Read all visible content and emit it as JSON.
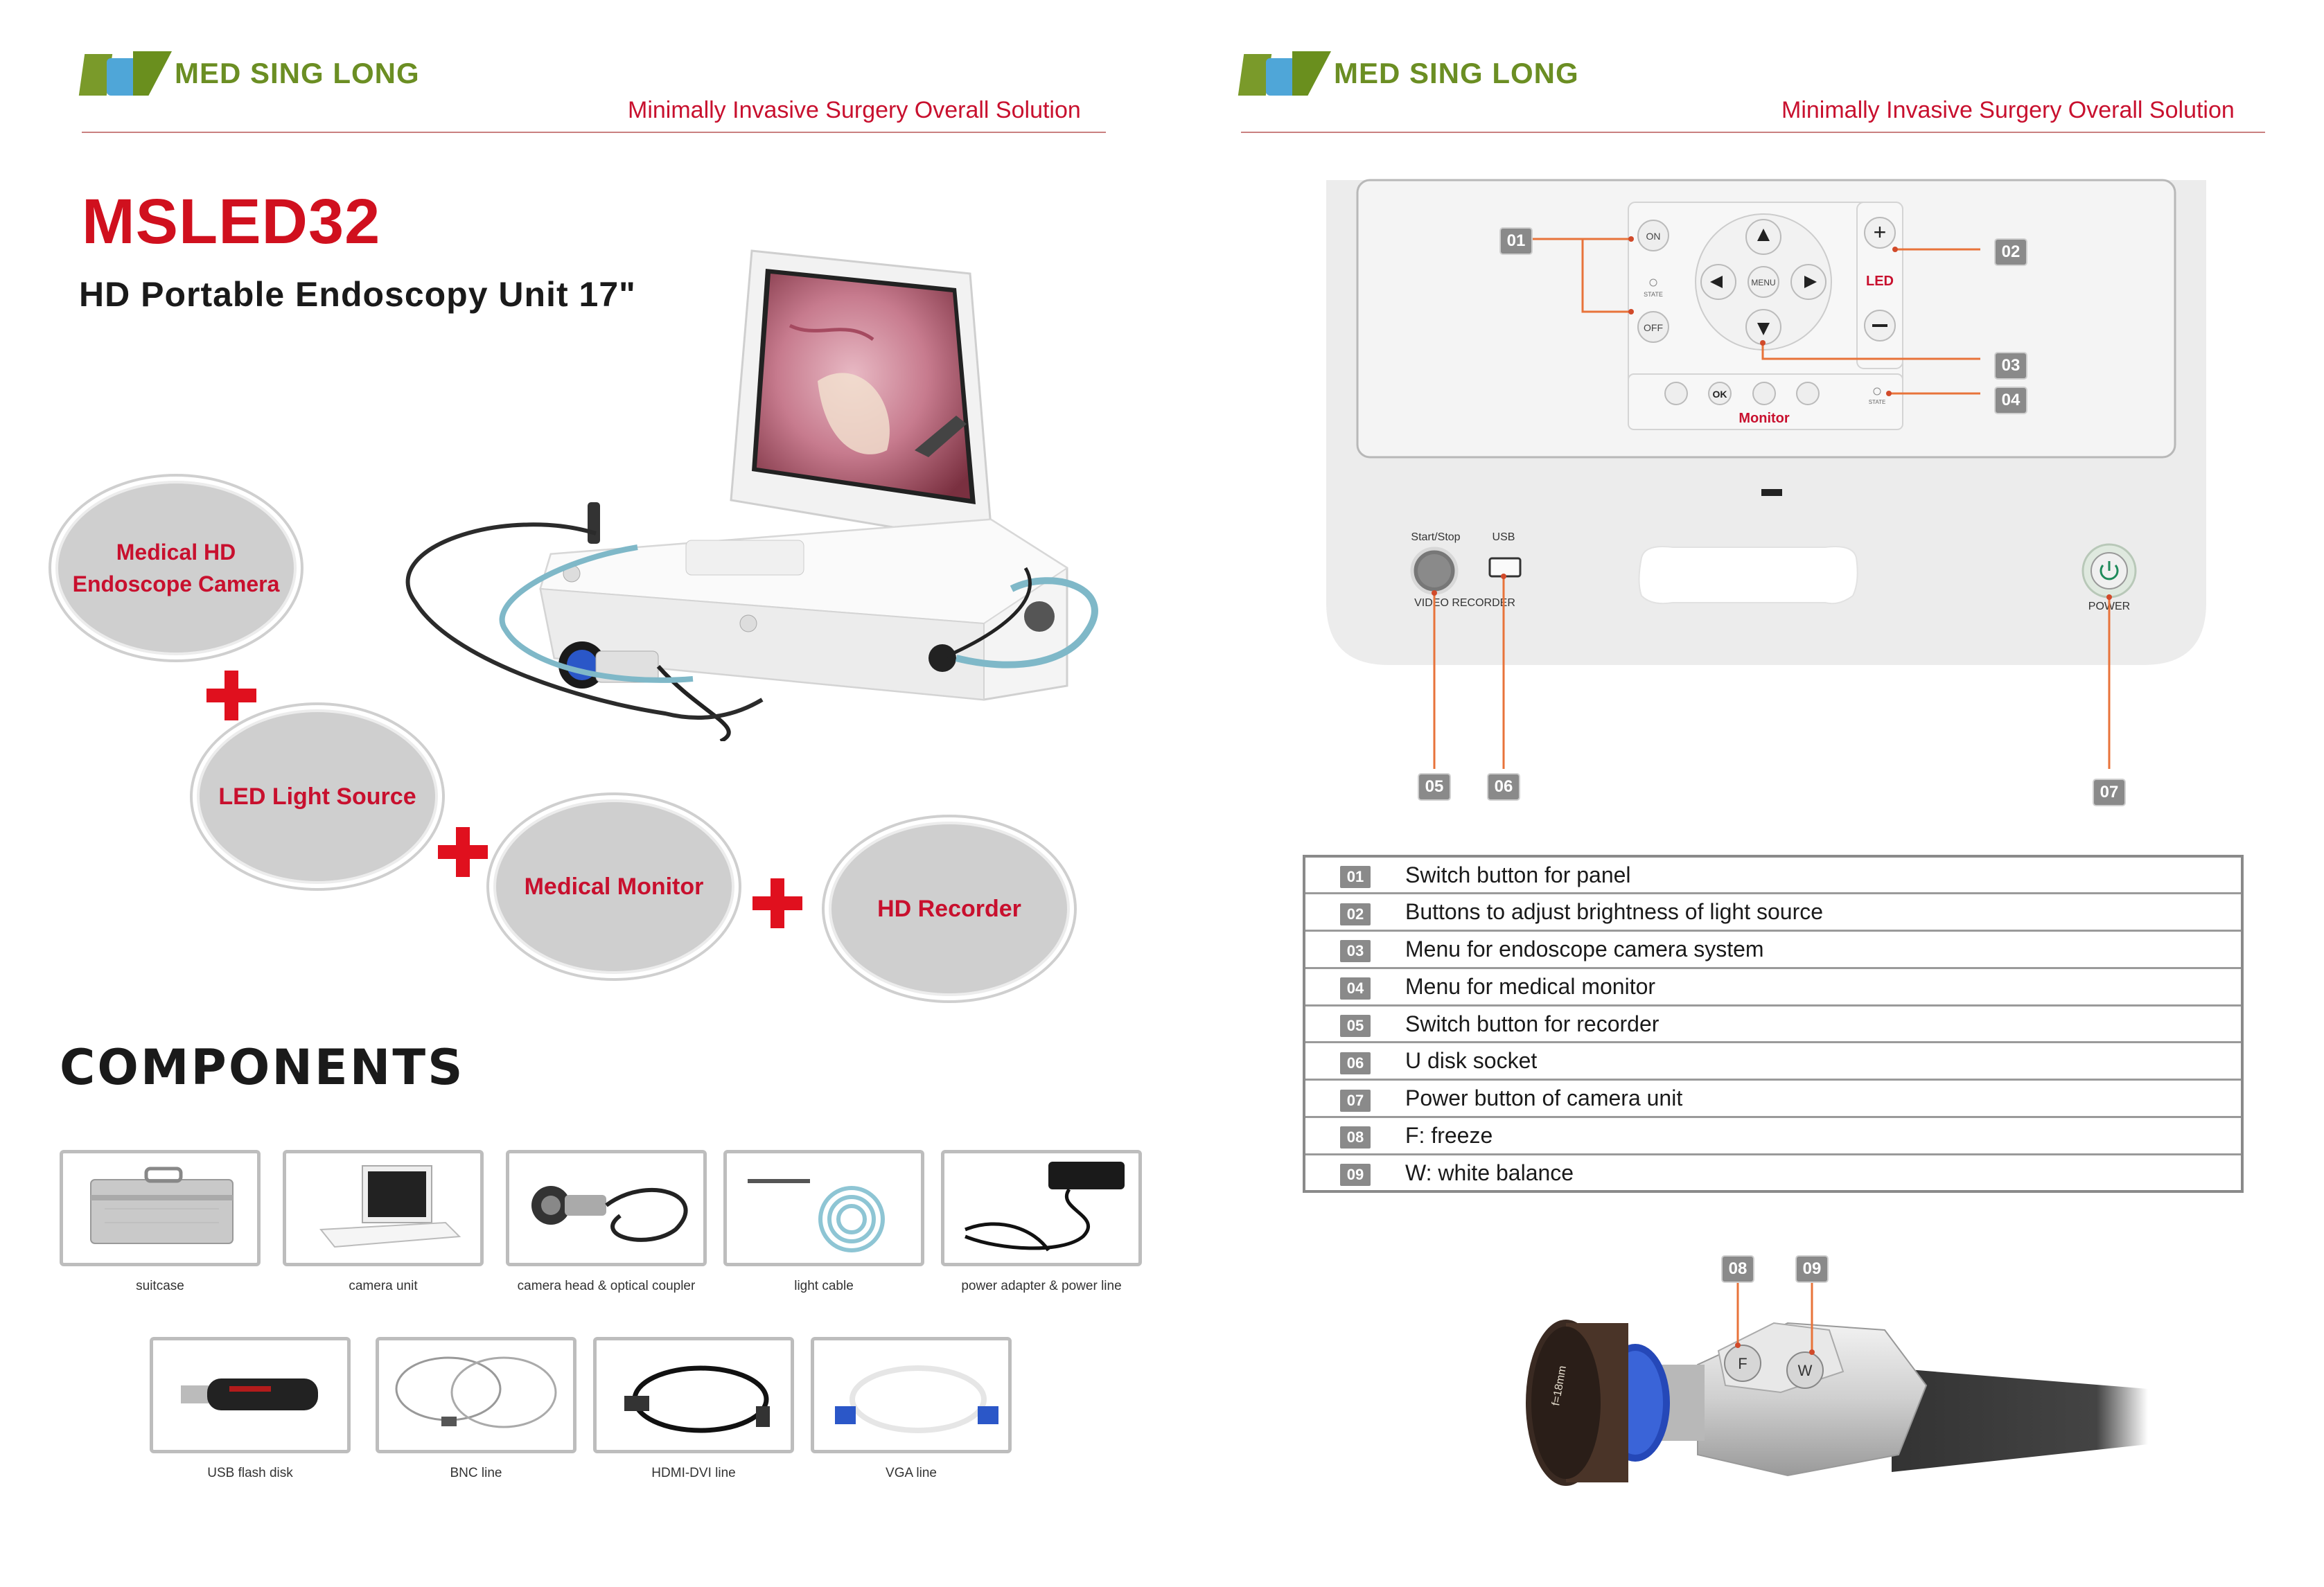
{
  "brand": {
    "name": "MED SING LONG",
    "tagline": "Minimally Invasive Surgery Overall Solution"
  },
  "left_page": {
    "model": "MSLED32",
    "subtitle": "HD Portable Endoscopy Unit 17\"",
    "features": [
      {
        "line1": "Medical HD",
        "line2": "Endoscope Camera"
      },
      {
        "line1": "LED Light Source"
      },
      {
        "line1": "Medical Monitor"
      },
      {
        "line1": "HD Recorder"
      }
    ],
    "components_title": "COMPONENTS",
    "components": [
      "suitcase",
      "camera unit",
      "camera head & optical coupler",
      "light cable",
      "power adapter & power line",
      "USB flash disk",
      "BNC line",
      "HDMI-DVI line",
      "VGA line"
    ]
  },
  "right_page": {
    "panel": {
      "on": "ON",
      "off": "OFF",
      "state": "STATE",
      "menu": "MENU",
      "led": "LED",
      "ok": "OK",
      "monitor": "Monitor",
      "start_stop": "Start/Stop",
      "usb": "USB",
      "video_recorder": "VIDEO RECORDER",
      "power": "POWER"
    },
    "callouts": [
      "01",
      "02",
      "03",
      "04",
      "05",
      "06",
      "07",
      "08",
      "09"
    ],
    "table": [
      {
        "num": "01",
        "text": "Switch button for panel"
      },
      {
        "num": "02",
        "text": "Buttons to adjust brightness of light source"
      },
      {
        "num": "03",
        "text": "Menu for endoscope camera system"
      },
      {
        "num": "04",
        "text": "Menu for medical monitor"
      },
      {
        "num": "05",
        "text": "Switch button for recorder"
      },
      {
        "num": "06",
        "text": "U disk socket"
      },
      {
        "num": "07",
        "text": "Power button of camera unit"
      },
      {
        "num": "08",
        "text": "F: freeze"
      },
      {
        "num": "09",
        "text": "W: white balance"
      }
    ],
    "camera_head": {
      "f_label": "F",
      "w_label": "W",
      "ring_text": "f=18mm"
    }
  },
  "colors": {
    "brand_red": "#c8102e",
    "brand_green": "#6b8e23",
    "plus_red": "#e0101e",
    "callout_line": "#e8733a"
  }
}
